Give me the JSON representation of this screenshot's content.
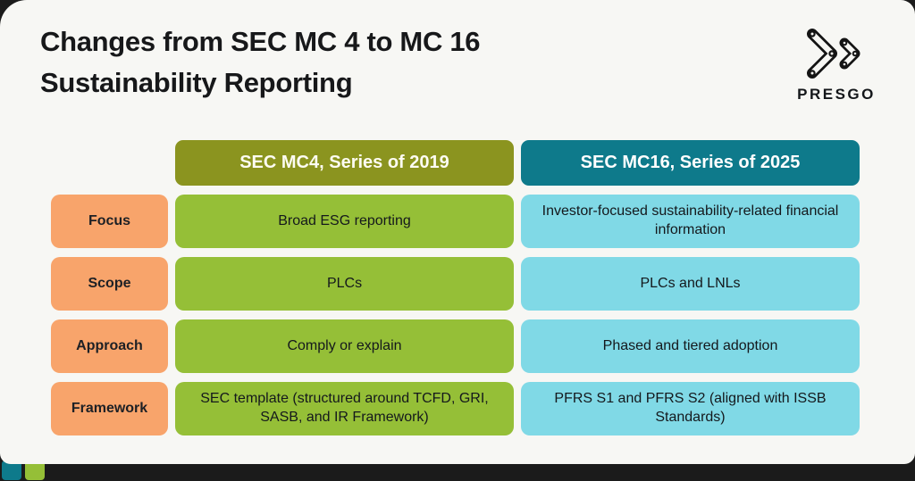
{
  "header": {
    "title_line1": "Changes from SEC MC 4 to MC 16",
    "title_line2": "Sustainability Reporting"
  },
  "logo": {
    "text": "PRESGO",
    "icon": "double-chevron-link-icon"
  },
  "table": {
    "columns": [
      {
        "label": "SEC MC4, Series of 2019",
        "color": "#8b941f"
      },
      {
        "label": "SEC MC16, Series of 2025",
        "color": "#0e7a8b"
      }
    ],
    "rows": [
      {
        "label": "Focus",
        "mc4": "Broad ESG reporting",
        "mc16": "Investor-focused sustainability-related financial information"
      },
      {
        "label": "Scope",
        "mc4": "PLCs",
        "mc16": "PLCs and LNLs"
      },
      {
        "label": "Approach",
        "mc4": "Comply or explain",
        "mc16": "Phased and tiered adoption"
      },
      {
        "label": "Framework",
        "mc4": "SEC template (structured around TCFD, GRI, SASB, and IR Framework)",
        "mc16": "PFRS S1 and PFRS S2 (aligned with ISSB Standards)"
      }
    ]
  },
  "colors": {
    "background": "#1b1b1b",
    "card": "#f7f7f4",
    "mc4_header": "#8b941f",
    "mc16_header": "#0e7a8b",
    "mc4_cell": "#95bf37",
    "mc16_cell": "#80d9e6",
    "row_label": "#f8a46b",
    "text_dark": "#17181a"
  },
  "chart_data": {
    "type": "table",
    "title": "Changes from SEC MC 4 to MC 16 Sustainability Reporting",
    "columns": [
      "",
      "SEC MC4, Series of 2019",
      "SEC MC16, Series of 2025"
    ],
    "rows": [
      [
        "Focus",
        "Broad ESG reporting",
        "Investor-focused sustainability-related financial information"
      ],
      [
        "Scope",
        "PLCs",
        "PLCs and LNLs"
      ],
      [
        "Approach",
        "Comply or explain",
        "Phased and tiered adoption"
      ],
      [
        "Framework",
        "SEC template (structured around TCFD, GRI, SASB, and IR Framework)",
        "PFRS S1 and PFRS S2 (aligned with ISSB Standards)"
      ]
    ]
  }
}
